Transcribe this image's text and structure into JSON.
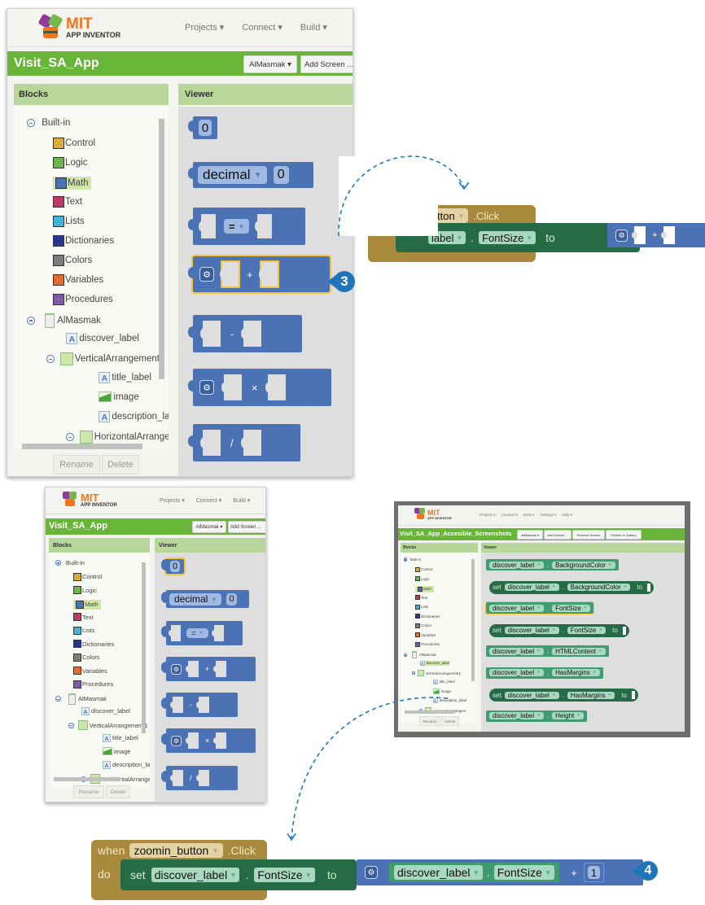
{
  "app": {
    "logo_title": "MIT",
    "logo_subtitle": "APP INVENTOR",
    "menu": [
      "Projects ▾",
      "Connect ▾",
      "Build ▾"
    ],
    "menu_small": [
      "Projects ▾",
      "Connect ▾",
      "Build ▾",
      "Settings ▾",
      "Help ▾"
    ],
    "project_name": "Visit_SA_App",
    "project_name_3": "Visit_SA_App_Accesible_Screenshots",
    "screen_selector": "AlMasmak ▾",
    "add_screen": "Add Screen ...",
    "remove_screen": "Remove Screen",
    "publish": "Publish to Gallery",
    "blocks_header": "Blocks",
    "viewer_header": "Viewer",
    "rename": "Rename",
    "delete": "Delete"
  },
  "tree": {
    "builtin": "Built-in",
    "categories": [
      {
        "label": "Control",
        "color": "#d6ac3c"
      },
      {
        "label": "Logic",
        "color": "#6fb64a"
      },
      {
        "label": "Math",
        "color": "#4a72b5",
        "selected": true
      },
      {
        "label": "Text",
        "color": "#c0396a"
      },
      {
        "label": "Lists",
        "color": "#43b3d9"
      },
      {
        "label": "Dictionaries",
        "color": "#283593"
      },
      {
        "label": "Colors",
        "color": "#7d7d7d"
      },
      {
        "label": "Variables",
        "color": "#e56c2e"
      },
      {
        "label": "Procedures",
        "color": "#7f5aa5"
      }
    ],
    "screen": "AlMasmak",
    "components": [
      {
        "label": "discover_label",
        "icon": "label-icon",
        "depth": 1
      },
      {
        "label": "VerticalArrangement1",
        "icon": "vertical-arrangement-icon",
        "depth": 1,
        "collapsible": true
      },
      {
        "label": "title_label",
        "icon": "label-icon",
        "depth": 2
      },
      {
        "label": "image",
        "icon": "image-icon",
        "depth": 2
      },
      {
        "label": "description_label",
        "icon": "label-icon",
        "depth": 2
      },
      {
        "label": "HorizontalArrangem",
        "icon": "horizontal-arrangement-icon",
        "depth": 2,
        "collapsible": true
      }
    ]
  },
  "math_blocks": {
    "number": "0",
    "decimal_dropdown": "decimal",
    "decimal_value": "0",
    "compare_op": "=",
    "add_op": "+",
    "subtract_op": "-",
    "multiply_op": "×",
    "divide_op": "/"
  },
  "label_blocks": [
    {
      "type": "getter",
      "component": "discover_label",
      "property": "BackgroundColor"
    },
    {
      "type": "setter",
      "set": "set",
      "component": "discover_label",
      "property": "BackgroundColor",
      "to": "to"
    },
    {
      "type": "getter",
      "component": "discover_label",
      "property": "FontSize",
      "selected": true
    },
    {
      "type": "setter",
      "set": "set",
      "component": "discover_label",
      "property": "FontSize",
      "to": "to"
    },
    {
      "type": "getter",
      "component": "discover_label",
      "property": "HTMLContent"
    },
    {
      "type": "getter",
      "component": "discover_label",
      "property": "HasMargins"
    },
    {
      "type": "setter",
      "set": "set",
      "component": "discover_label",
      "property": "HasMargins",
      "to": "to"
    },
    {
      "type": "getter",
      "component": "discover_label",
      "property": "Height"
    }
  ],
  "partial_event": {
    "button": "tton",
    "event": ".Click",
    "component": "label",
    "property": "FontSize",
    "to": "to",
    "op": "+"
  },
  "final_event": {
    "when": "when",
    "button": "zoomin_button",
    "event": ".Click",
    "do": "do",
    "set": "set",
    "component": "discover_label",
    "dot": ".",
    "property": "FontSize",
    "to": "to",
    "get_component": "discover_label",
    "get_property": "FontSize",
    "op": "+",
    "increment": "1"
  },
  "steps": {
    "step3": "3",
    "step4": "4"
  },
  "colors": {
    "accent_green": "#68b53a",
    "math_blue": "#4a72b5",
    "event_gold": "#a98a3c",
    "setter_green": "#256b46",
    "badge_blue": "#1f75b8"
  }
}
